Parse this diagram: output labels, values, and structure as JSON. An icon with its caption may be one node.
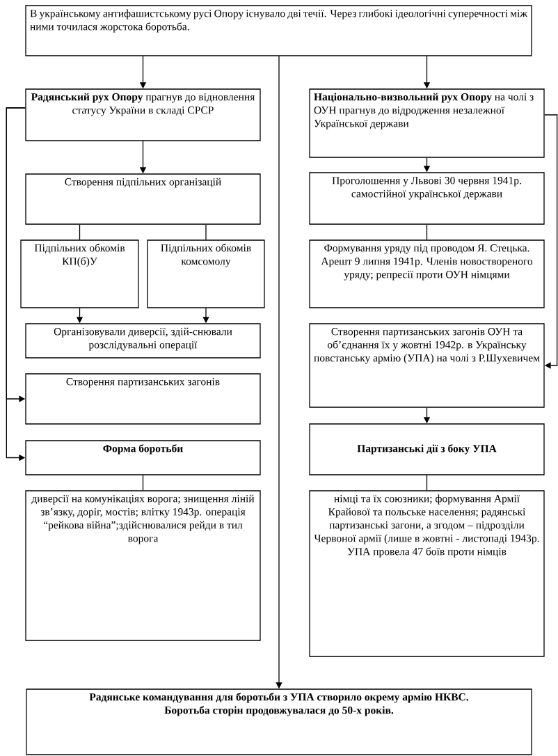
{
  "diagram": {
    "nodes": [
      {
        "text": [
          "В українському антифашистському русі Опору існувало дві течії. Через глибокі ідеологічні суперечності між ними точилася жорстока боротьба."
        ]
      },
      {
        "text": [
          "**Радянський рух Опору** прагнув до відновлення статусу України в складі СРСР"
        ]
      },
      {
        "text": [
          "Створення підпільних організацій"
        ]
      },
      {
        "text": [
          "Підпільних обкомів КП(б)У"
        ]
      },
      {
        "text": [
          "Підпільних обкомів комсомолу"
        ]
      },
      {
        "text": [
          "Організовували диверсії, здій-снювали розслідувальні операції"
        ]
      },
      {
        "text": [
          "Створення партизанських загонів"
        ]
      },
      {
        "text": [
          "Форма боротьби"
        ]
      },
      {
        "text": [
          "диверсії на комунікаціях ворога; знищення ліній зв’язку, доріг, мостів; влітку 1943р. операція “рейкова війна”;здійснювалися рейди в тил ворога"
        ]
      },
      {
        "text": [
          "**Національно-визвольний рух Опору** на чолі з ОУН прагнув до відродження незалежної Української держави"
        ]
      },
      {
        "text": [
          "Проголошення у Львові 30 червня 1941р. самостійної української держави"
        ]
      },
      {
        "text": [
          "Формування уряду під проводом Я. Стецька. Арешт 9 липня 1941р. Членів новоствореного уряду; репресії проти ОУН німцями"
        ]
      },
      {
        "text": [
          "Створення партизанських загонів ОУН та об’єднання їх у жовтні 1942р. в Українську повстанську армію (УПА) на чолі з Р.Шухевичем"
        ]
      },
      {
        "text": [
          "Партизанські дії з боку УПА"
        ]
      },
      {
        "text": [
          "німці та їх союзники; формування Армії Крайової та польське населення; радянські партизанські загони, а згодом – підрозділи Червоної армії (лише в жовтні - листопаді 1943р. УПА провела 47 боїв проти німців"
        ]
      },
      {
        "text": [
          "Радянське командування для боротьби з УПА створило окрему армію НКВС.",
          "Боротьба сторін продовжувалася до 50-х років."
        ]
      }
    ],
    "edges": [
      {
        "from": 0,
        "to": 1,
        "arrow": "to"
      },
      {
        "from": 0,
        "to": 9,
        "arrow": "to"
      },
      {
        "from": 0,
        "to": 15,
        "arrow": "to"
      },
      {
        "from": 1,
        "to": 2,
        "arrow": "to"
      },
      {
        "from": 2,
        "to": 3,
        "arrow": "none"
      },
      {
        "from": 2,
        "to": 4,
        "arrow": "none"
      },
      {
        "from": 3,
        "to": 5,
        "arrow": "to"
      },
      {
        "from": 4,
        "to": 5,
        "arrow": "to"
      },
      {
        "from": 1,
        "to": 6,
        "arrow": "to"
      },
      {
        "from": 1,
        "to": 7,
        "arrow": "to"
      },
      {
        "from": 7,
        "to": 8,
        "arrow": "none"
      },
      {
        "from": 9,
        "to": 10,
        "arrow": "to"
      },
      {
        "from": 10,
        "to": 11,
        "arrow": "none"
      },
      {
        "from": 9,
        "to": 12,
        "arrow": "to"
      },
      {
        "from": 12,
        "to": 13,
        "arrow": "to"
      },
      {
        "from": 13,
        "to": 14,
        "arrow": "none"
      }
    ]
  }
}
